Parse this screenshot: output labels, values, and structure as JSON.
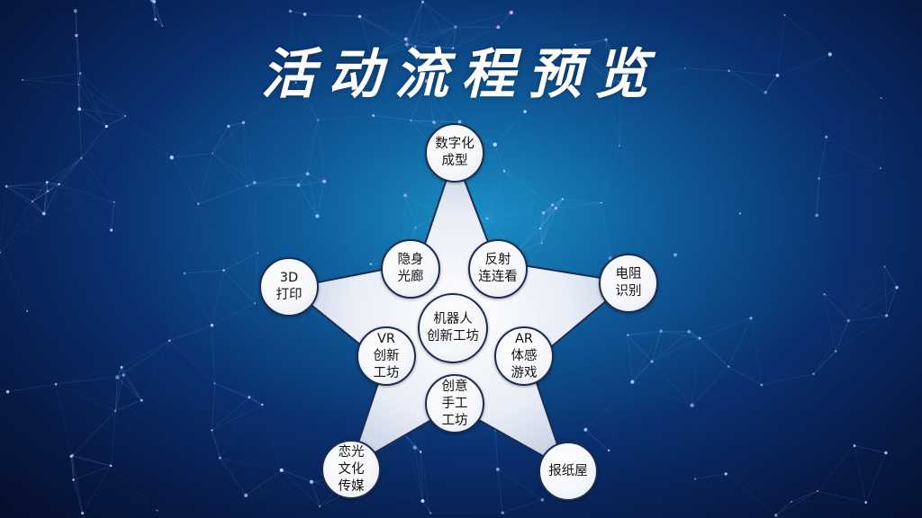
{
  "title": "活动流程预览",
  "diagram": {
    "outer_nodes": [
      {
        "id": "top",
        "label": "数字化\n成型"
      },
      {
        "id": "right",
        "label": "电阻\n识别"
      },
      {
        "id": "bottom-right",
        "label": "报纸屋"
      },
      {
        "id": "bottom-left",
        "label": "恋光\n文化\n传媒"
      },
      {
        "id": "left",
        "label": "3D\n打印"
      }
    ],
    "inner_nodes": [
      {
        "id": "inner-top-left",
        "label": "隐身\n光廊"
      },
      {
        "id": "inner-top-right",
        "label": "反射\n连连看"
      },
      {
        "id": "inner-right",
        "label": "AR\n体感\n游戏"
      },
      {
        "id": "inner-bottom",
        "label": "创意\n手工\n工坊"
      },
      {
        "id": "inner-left",
        "label": "VR\n创新\n工坊"
      }
    ],
    "center_node": {
      "label": "机器人\n创新工坊"
    }
  },
  "colors": {
    "star_fill_light": "#ffffff",
    "star_fill_dark": "#c3cde2",
    "node_border": "#1b2b52"
  }
}
